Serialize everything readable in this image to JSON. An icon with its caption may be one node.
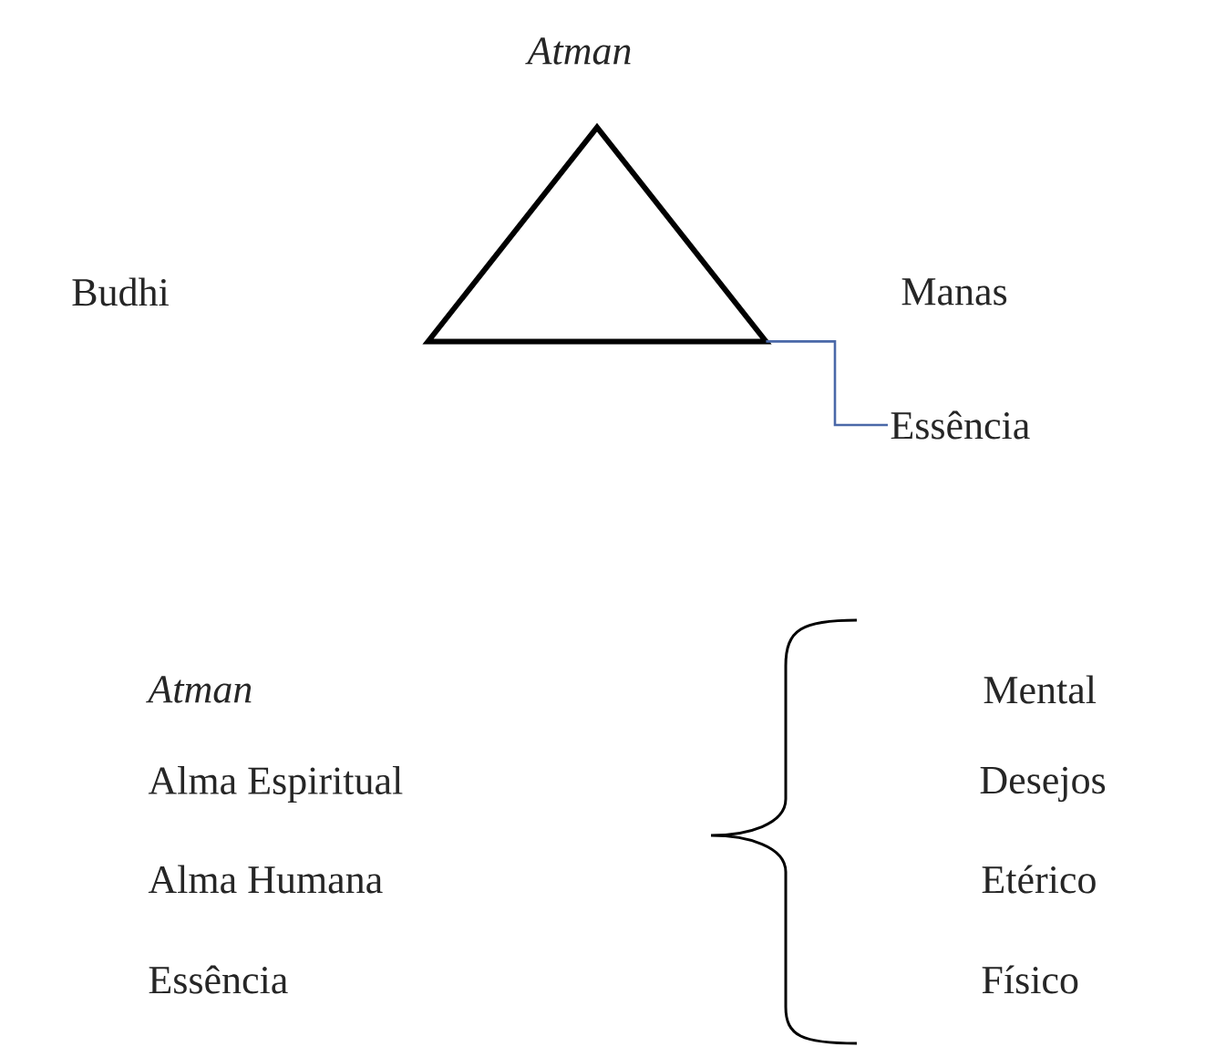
{
  "diagram": {
    "nodes": [
      {
        "text": [],
        "shape": "triangle"
      },
      {
        "text": [
          "Essência"
        ]
      }
    ],
    "edges": [
      {
        "from": 1,
        "to": 0,
        "arrow": "none",
        "color": "#4a68a8"
      }
    ],
    "labels": [
      "Atman",
      "Budhi",
      "Manas",
      "Atman",
      "Mental",
      "Alma Espiritual",
      "Desejos",
      "Alma Humana",
      "Etérico",
      "Essência",
      "Físico"
    ]
  }
}
